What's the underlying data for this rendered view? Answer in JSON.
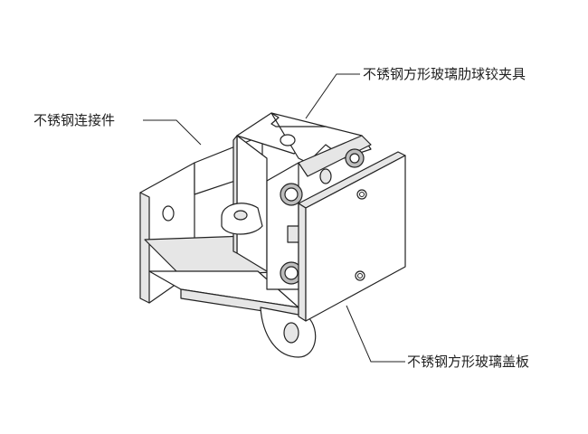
{
  "labels": {
    "connector": "不锈钢连接件",
    "clamp": "不锈钢方形玻璃肋球铰夹具",
    "cover": "不锈钢方形玻璃盖板"
  }
}
